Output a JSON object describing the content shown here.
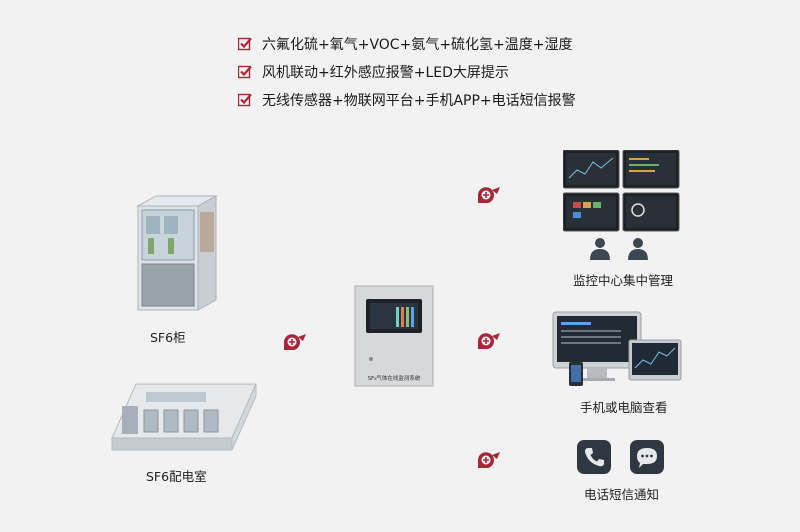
{
  "features": [
    {
      "text": "六氟化硫+氧气+VOC+氨气+硫化氢+温度+湿度"
    },
    {
      "text": "风机联动+红外感应报警+LED大屏提示"
    },
    {
      "text": "无线传感器+物联网平台+手机APP+电话短信报警"
    }
  ],
  "left": {
    "cabinet_label": "SF6柜",
    "room_label": "SF6配电室"
  },
  "center": {
    "device_text": "SF₆气体在线监测系统"
  },
  "right": {
    "monitor_label": "监控中心集中管理",
    "mobile_label": "手机或电脑查看",
    "phone_label": "电话短信通知"
  },
  "colors": {
    "accent": "#a8253a",
    "background": "#f2f2f2"
  },
  "icons": [
    "check-icon",
    "fan-icon",
    "user-icon",
    "phone-icon",
    "chat-icon"
  ]
}
